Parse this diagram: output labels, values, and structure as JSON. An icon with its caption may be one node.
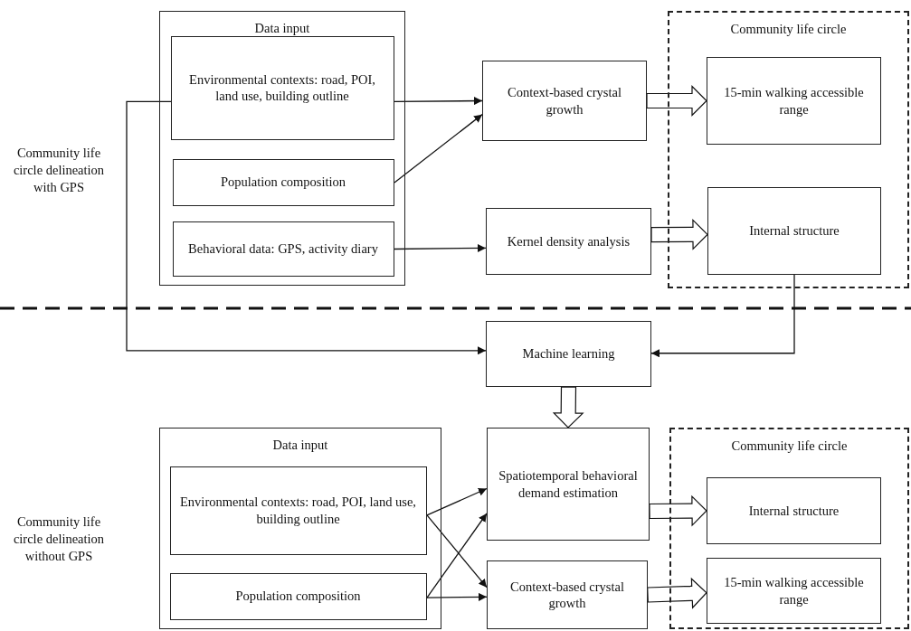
{
  "diagram": {
    "nodes": [
      {
        "text": [
          "Data input"
        ]
      },
      {
        "text": [
          "Environmental contexts: road, POI, land use, building outline"
        ],
        "in": 0
      },
      {
        "text": [
          "Population composition"
        ],
        "in": 0
      },
      {
        "text": [
          "Behavioral data: GPS, activity diary"
        ],
        "in": 0
      },
      {
        "text": [
          "Context-based crystal growth"
        ]
      },
      {
        "text": [
          "Kernel density analysis"
        ]
      },
      {
        "text": [
          "Community life circle"
        ]
      },
      {
        "text": [
          "15-min walking accessible range"
        ],
        "in": 6
      },
      {
        "text": [
          "Internal structure"
        ],
        "in": 6
      },
      {
        "text": [
          "Machine learning"
        ]
      },
      {
        "text": [
          "Data input"
        ]
      },
      {
        "text": [
          "Environmental contexts: road, POI, land use, building outline"
        ],
        "in": 10
      },
      {
        "text": [
          "Population composition"
        ],
        "in": 10
      },
      {
        "text": [
          "Spatiotemporal behavioral demand estimation"
        ]
      },
      {
        "text": [
          "Context-based crystal growth"
        ]
      },
      {
        "text": [
          "Community life circle"
        ]
      },
      {
        "text": [
          "Internal structure"
        ],
        "in": 15
      },
      {
        "text": [
          "15-min walking accessible range"
        ],
        "in": 15
      }
    ],
    "edges": [
      {
        "from": 1,
        "to": 4,
        "arrow": "to"
      },
      {
        "from": 2,
        "to": 4,
        "arrow": "to"
      },
      {
        "from": 3,
        "to": 5,
        "arrow": "to"
      },
      {
        "from": 4,
        "to": 7,
        "arrow": "to",
        "style": "thick"
      },
      {
        "from": 5,
        "to": 8,
        "arrow": "to",
        "style": "thick"
      },
      {
        "from": 1,
        "to": 9,
        "arrow": "to"
      },
      {
        "from": 8,
        "to": 9,
        "arrow": "to"
      },
      {
        "from": 9,
        "to": 13,
        "arrow": "to",
        "style": "thick"
      },
      {
        "from": 11,
        "to": 13,
        "arrow": "to"
      },
      {
        "from": 11,
        "to": 14,
        "arrow": "to"
      },
      {
        "from": 12,
        "to": 13,
        "arrow": "to"
      },
      {
        "from": 12,
        "to": 14,
        "arrow": "to"
      },
      {
        "from": 13,
        "to": 16,
        "arrow": "to",
        "style": "thick"
      },
      {
        "from": 14,
        "to": 17,
        "arrow": "to",
        "style": "thick"
      }
    ],
    "labels": [
      "Community life circle delineation with GPS",
      "Community life circle delineation without GPS"
    ]
  }
}
